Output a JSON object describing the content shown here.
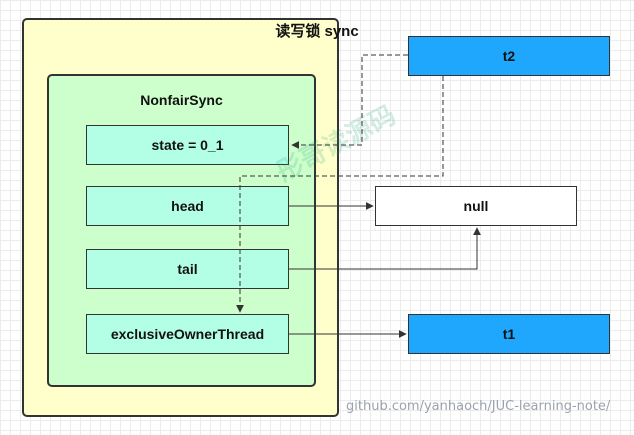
{
  "outer": {
    "title": "读写锁 sync"
  },
  "inner": {
    "title": "NonfairSync"
  },
  "fields": [
    {
      "label": "state = 0_1"
    },
    {
      "label": "head"
    },
    {
      "label": "tail"
    },
    {
      "label": "exclusiveOwnerThread"
    }
  ],
  "nodes": {
    "t2": "t2",
    "null": "null",
    "t1": "t1"
  },
  "watermark": "github.com/yanhaoch/JUC-learning-note/",
  "stamp_text": "彤哥读源码",
  "colors": {
    "outer_fill": "#ffffcc",
    "inner_fill": "#ccffcc",
    "field_fill": "#b3ffe6",
    "thread_fill": "#1ea7fd",
    "null_fill": "#ffffff"
  }
}
